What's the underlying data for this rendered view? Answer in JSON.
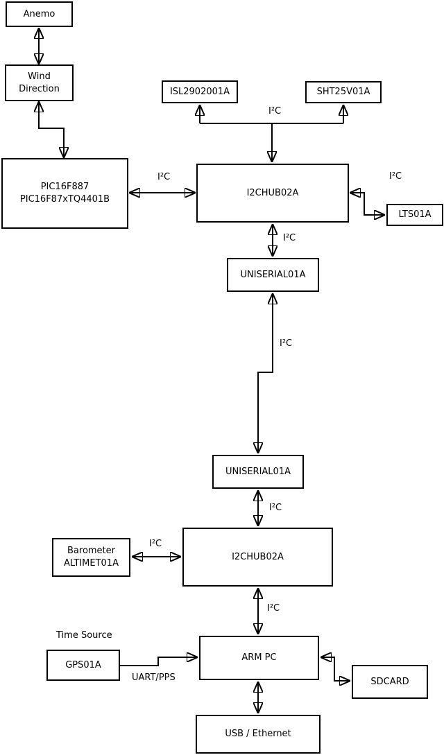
{
  "colors": {
    "background": "#ffffff",
    "line": "#000000",
    "box_fill": "#ffffff",
    "box_border": "#000000"
  },
  "boxes": {
    "anemo": {
      "label": "Anemo"
    },
    "wind_direction": {
      "line1": "Wind",
      "line2": "Direction"
    },
    "pic": {
      "line1": "PIC16F887",
      "line2": "PIC16F87xTQ4401B"
    },
    "isl": {
      "label": "ISL2902001A"
    },
    "sht": {
      "label": "SHT25V01A"
    },
    "hub1": {
      "label": "I2CHUB02A"
    },
    "lts": {
      "label": "LTS01A"
    },
    "uniserial1": {
      "label": "UNISERIAL01A"
    },
    "uniserial2": {
      "label": "UNISERIAL01A"
    },
    "hub2": {
      "label": "I2CHUB02A"
    },
    "barometer": {
      "line1": "Barometer",
      "line2": "ALTIMET01A"
    },
    "gps": {
      "label": "GPS01A"
    },
    "arm_pc": {
      "label": "ARM PC"
    },
    "sdcard": {
      "label": "SDCARD"
    },
    "usb_ethernet": {
      "label": "USB / Ethernet"
    }
  },
  "edge_labels": {
    "bus_i2c": "I²C",
    "pic_hub1_i2c": "I²C",
    "hub1_lts_i2c": "I²C",
    "hub1_uniserial1_i2c": "I²C",
    "uniserial_link_i2c": "I²C",
    "uniserial2_hub2_i2c": "I²C",
    "barometer_hub2_i2c": "I²C",
    "hub2_arm_i2c": "I²C",
    "time_source": "Time Source",
    "gps_arm_uart": "UART/PPS"
  }
}
